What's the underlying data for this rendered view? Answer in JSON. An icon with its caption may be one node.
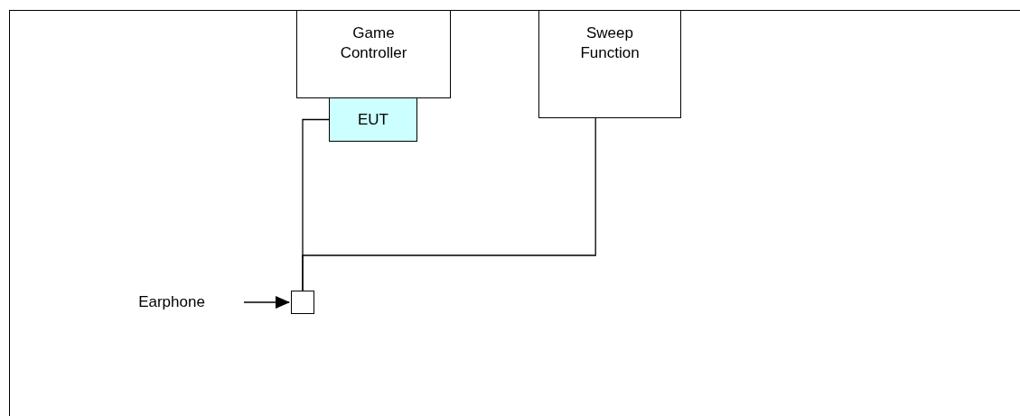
{
  "diagram": {
    "nodes": [
      {
        "text": [
          "Game Controller"
        ]
      },
      {
        "text": [
          "EUT"
        ]
      },
      {
        "text": [
          "Sweep Function"
        ]
      },
      {
        "text": [],
        "shape": "box"
      },
      {
        "text": [
          "Earphone"
        ]
      }
    ],
    "edges": [
      {
        "from": 1,
        "to": 3,
        "arrow": "none"
      },
      {
        "from": 2,
        "to": 3,
        "arrow": "none"
      },
      {
        "from": 4,
        "to": 3,
        "arrow": "to"
      }
    ]
  }
}
